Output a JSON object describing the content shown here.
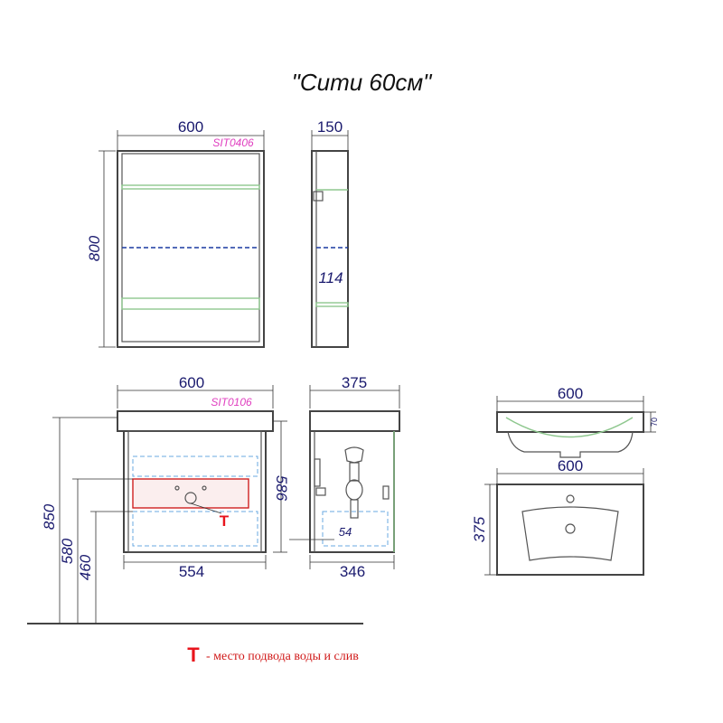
{
  "title": "\"Сити 60см\"",
  "mirror_cabinet": {
    "code": "SIT0406",
    "width": "600",
    "height": "800",
    "depth": "150",
    "shelf_gap": "114"
  },
  "vanity": {
    "code": "SIT0106",
    "top_width": "600",
    "inner_width": "554",
    "depth": "375",
    "inner_depth": "346",
    "body_height": "586",
    "height_850": "850",
    "height_580": "580",
    "height_460": "460",
    "pipe_offset": "54"
  },
  "sink": {
    "width_side": "600",
    "height_side": "70",
    "width_top": "600",
    "depth_top": "375"
  },
  "legend": {
    "mark": "Т",
    "text": "- место подвода воды и слив"
  },
  "colors": {
    "outline": "#555555",
    "dimension_text": "#1a1a6e",
    "code_text": "#e040c0",
    "legend_red": "#e8141c",
    "shelf_green": "#8ec78e",
    "shelf_blue": "#1a3aa0"
  }
}
